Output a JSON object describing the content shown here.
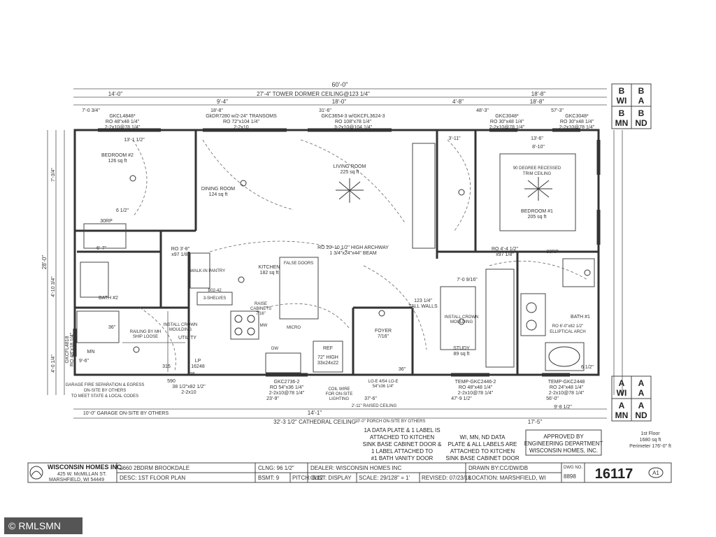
{
  "dimensions": {
    "overall_width": "60'-0\"",
    "top_row": [
      "14'-0\"",
      "27'-4\" TOWER DORMER CEILING@123 1/4\"",
      "18'-8\""
    ],
    "second_row": [
      "9'-4\"",
      "18'-0\"",
      "4'-8\"",
      "18'-8\""
    ],
    "overall_depth": "28'-0\"",
    "bottom_row": [
      "14'-1\"",
      "32'-3 1/2\" CATHEDRAL CEILING",
      "17'-5\""
    ],
    "left_side": [
      "7'-3/4\"",
      "4'-10 3/4\"",
      "4'-0 1/4\""
    ],
    "misc": [
      "7'-0 3/4\"",
      "18'-8\"",
      "31'-6\"",
      "48'-3\"",
      "57'-3\"",
      "13'-1 1/2\"",
      "6 1/2\"",
      "6'-7\"",
      "9'-6\"",
      "7'-0 9/16\"",
      "47'-9 1/2\"",
      "56'-0\"",
      "9'-8 1/2\"",
      "37'-6\"",
      "23'-9\"",
      "3'-11\"",
      "13'-6\"",
      "8'-10\"",
      "6 1/2\""
    ]
  },
  "windows": {
    "w1": [
      "GKCL4848*",
      "RO 48\"x48 1/4\"",
      "2-2x10@78 1/4\""
    ],
    "w2": [
      "GkDR7280 w/2-24\" TRANSOMS",
      "RO 72\"x104 1/4\"",
      "2-2x10"
    ],
    "w3": [
      "GKC3654-3 w/GKCFL3624-3",
      "RO 108\"x78 1/4\"",
      "3-2x10@104 1/4\""
    ],
    "w4": [
      "GKC3048*",
      "RO 30\"x48 1/4\"",
      "2-2x10@78 1/4\""
    ],
    "w5": [
      "GKC3048*",
      "RO 30\"x48 1/4\"",
      "2-2x10@78 1/4\""
    ],
    "w6": [
      "GKC2736-2",
      "RO 54\"x36 1/4\"",
      "2-2x10@78 1/4\""
    ],
    "w7": [
      "TEMP-GKC2446-2",
      "RO 48\"x48 1/4\"",
      "2-2x10@78 1/4\""
    ],
    "w8": [
      "TEMP-GKC2448",
      "RO 24\"x48 1/4\"",
      "2-2x10@78 1/4\""
    ],
    "w9": [
      "GKCFL4818",
      "RO 48\"x18 1/4\""
    ],
    "w10": [
      "38 1/2\"x82 1/2\"",
      "2-2x10"
    ]
  },
  "rooms": {
    "bedroom2": [
      "BEDROOM #2",
      "126 sq ft"
    ],
    "dining": [
      "DINING ROOM",
      "124 sq ft"
    ],
    "living": [
      "LIVING ROOM",
      "225 sq ft"
    ],
    "bedroom1": [
      "BEDROOM #1",
      "205 sq ft"
    ],
    "kitchen": [
      "KITCHEN",
      "182 sq ft"
    ],
    "foyer": [
      "FOYER",
      "7/16\""
    ],
    "study": [
      "STUDY",
      "89 sq ft"
    ],
    "bath2": "BATH #2",
    "bath1": "BATH #1",
    "utility": "UTILITY",
    "walkin": "WALK-IN PANTRY"
  },
  "labels": {
    "archway": [
      "RO 20'-10 1/2\" HIGH ARCHWAY",
      "1 3/4\"x24\"x44\" BEAM"
    ],
    "tall_walls": [
      "123 1/4\"",
      "TALL WALLS"
    ],
    "recess": [
      "90 DEGREE RECESSED",
      "TRIM CEILING"
    ],
    "elliptical": [
      "RO 6'-0\"x82 1/2\"",
      "ELLIPTICAL ARCH"
    ],
    "r1": "RO 3'-8\"",
    "r1b": "x97 1/8\"",
    "r2": "RO 4'-4 1/2\"",
    "r2b": "x97 1/8\"",
    "lp": [
      "LP",
      "16248"
    ],
    "pantry_shelf": "3-SHELVES",
    "b02": "B02-42",
    "false_doors": "FALSE DOORS",
    "micro": "MICRO",
    "raise_cab": [
      "RAISE",
      "CABINETS",
      "7/16\""
    ],
    "high72": [
      "72\" HIGH",
      "33x24x22"
    ],
    "mw": "MW",
    "ref": "REF",
    "p30": "30RP",
    "p33": "33RP",
    "dw": "DW",
    "install_crown": [
      "INSTALL CROWN",
      "MOULDING"
    ],
    "bath_vanity": "36\"",
    "v590": "590",
    "c36": "36",
    "d315": "315",
    "garage_note": [
      "GARAGE FIRE SEPARATION & EGRESS",
      "ON-SITE BY OTHERS",
      "TO MEET STATE & LOCAL CODES"
    ],
    "garage_onsite": "10'-0\" GARAGE ON-SITE BY OTHERS",
    "porch_note": "10'-0\" PORCH ON-SITE BY OTHERS",
    "raised_ceiling": "2'-11\" RAISED CEILING",
    "coil_wire": [
      "COIL WIRE",
      "FOR ON-SITE",
      "LIGHTING"
    ],
    "lo_e": [
      "LO-E 4/54 LO-E",
      "54\"x36 1/4\""
    ],
    "railing": [
      "RAILING BY MH",
      "SHIP LOOSE"
    ],
    "cathedral_arch": "36\"",
    "mn_cab": "MN"
  },
  "corner_grids": {
    "top": [
      "B",
      "B",
      "WI",
      "A",
      "B",
      "B",
      "MN",
      "ND"
    ],
    "bottom": [
      "A",
      "A",
      "WI",
      "A",
      "A",
      "A",
      "MN",
      "ND"
    ]
  },
  "notes": {
    "left": [
      "1A DATA PLATE & 1 LABEL IS",
      "ATTACHED TO KITCHEN",
      "SINK BASE CABINET DOOR &",
      "1 LABEL ATTACHED TO",
      "#1 BATH VANITY DOOR"
    ],
    "right": [
      "WI, MN, ND DATA",
      "PLATE & ALL LABELS ARE",
      "ATTACHED TO KITCHEN",
      "SINK BASE CABINET DOOR"
    ]
  },
  "approval": [
    "APPROVED BY",
    "ENGINEERING DEPARTMENT",
    "WISCONSIN HOMES, INC."
  ],
  "floor_info": [
    "1st Floor",
    "1680 sq ft",
    "Perimeter 176'-0\" ft"
  ],
  "title_block": {
    "company": "WISCONSIN HOMES INC.",
    "address1": "425 W. McMILLAN ST.",
    "address2": "MARSHFIELD, WI 54449",
    "model": "2660 2BDRM BROOKDALE",
    "desc": "DESC: 1ST FLOOR PLAN",
    "clnd": "CLNG: 96 1/2\"",
    "bsmt": "BSMT: 9",
    "pitch": "PITCH: 6/12",
    "dealer": "DEALER: WISCONSIN HOMES INC",
    "cust": "CUST: DISPLAY",
    "scale": "SCALE: 29/128\" = 1'",
    "revised": "REVISED: 07/23/18",
    "drawn": "DRAWN BY:CC/DW/DB",
    "location": "LOCATION: MARSHFIELD, WI",
    "dwg_label": "DWG NO.",
    "dwg_no": "8898",
    "big_no": "16117",
    "sheet": "A1"
  },
  "watermark": "RMLSMN",
  "watermark_symbol": "©"
}
